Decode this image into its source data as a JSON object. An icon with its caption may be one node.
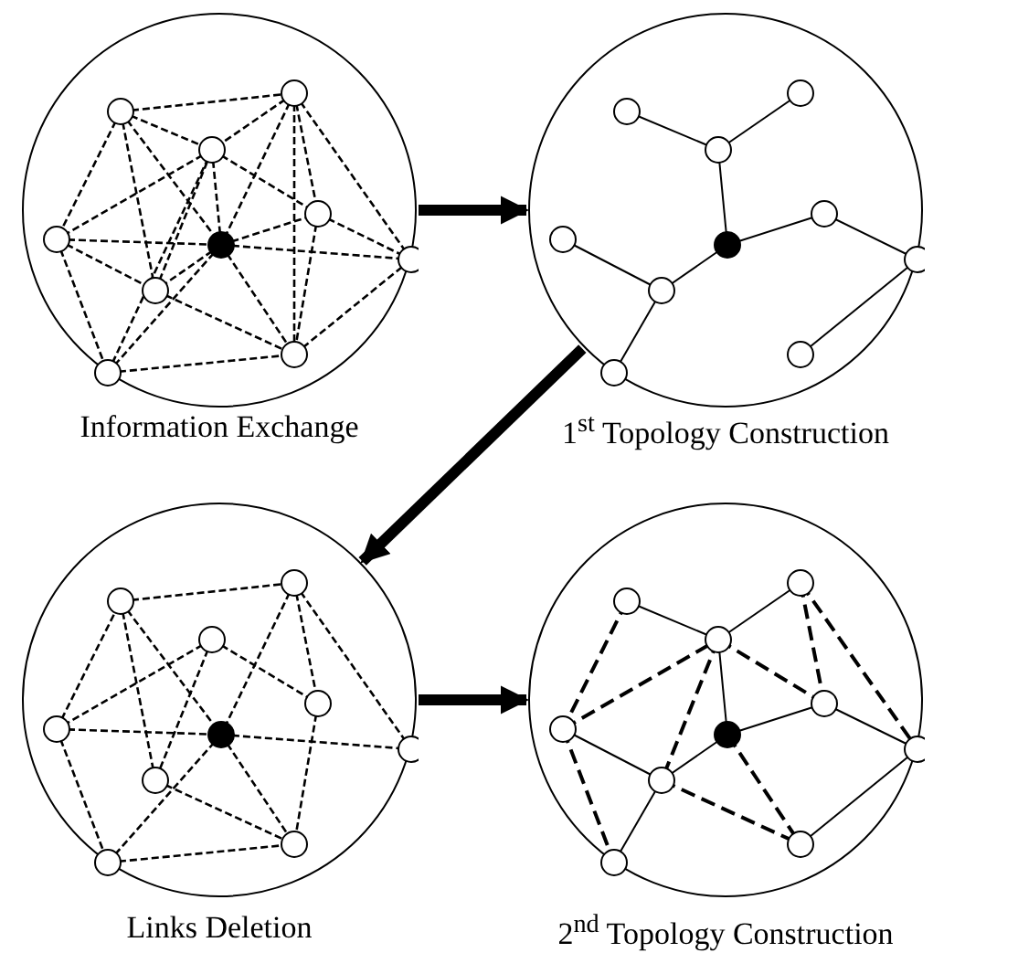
{
  "diagram": {
    "nodes": [
      {
        "text": [],
        "shape": "circle",
        "beside": [
          "Information Exchange"
        ]
      },
      {
        "text": [],
        "shape": "circle",
        "beside": [
          "1$^{st}$ Topology Construction"
        ]
      },
      {
        "text": [],
        "shape": "circle",
        "beside": [
          "Links Deletion"
        ]
      },
      {
        "text": [],
        "shape": "circle",
        "beside": [
          "2$^{nd}$ Topology Construction"
        ]
      }
    ],
    "edges": [
      {
        "from": 0,
        "to": 1,
        "arrow": "to"
      },
      {
        "from": 1,
        "to": 2,
        "arrow": "to"
      },
      {
        "from": 2,
        "to": 3,
        "arrow": "to"
      }
    ]
  }
}
